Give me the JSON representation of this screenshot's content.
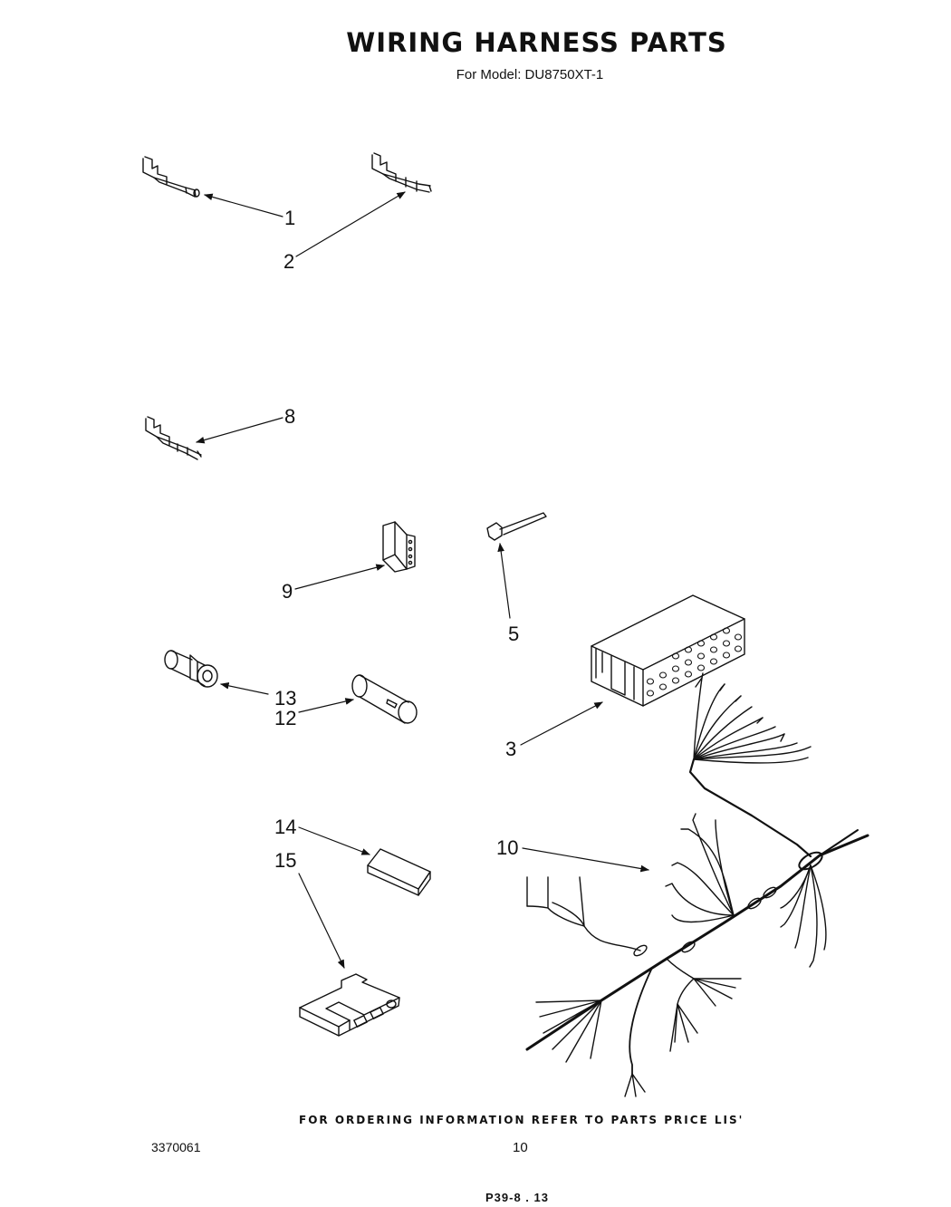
{
  "header": {
    "title": "WIRING HARNESS PARTS",
    "subtitle": "For Model: DU8750XT-1"
  },
  "callouts": {
    "c1": "1",
    "c2": "2",
    "c3": "3",
    "c5": "5",
    "c8": "8",
    "c9": "9",
    "c10": "10",
    "c12": "12",
    "c13": "13",
    "c14": "14",
    "c15": "15"
  },
  "footer": {
    "ordering_note": "FOR ORDERING INFORMATION REFER TO PARTS PRICE LIS'",
    "doc_number": "3370061",
    "page_number": "10",
    "bottom_code": "P39-8 . 13"
  }
}
